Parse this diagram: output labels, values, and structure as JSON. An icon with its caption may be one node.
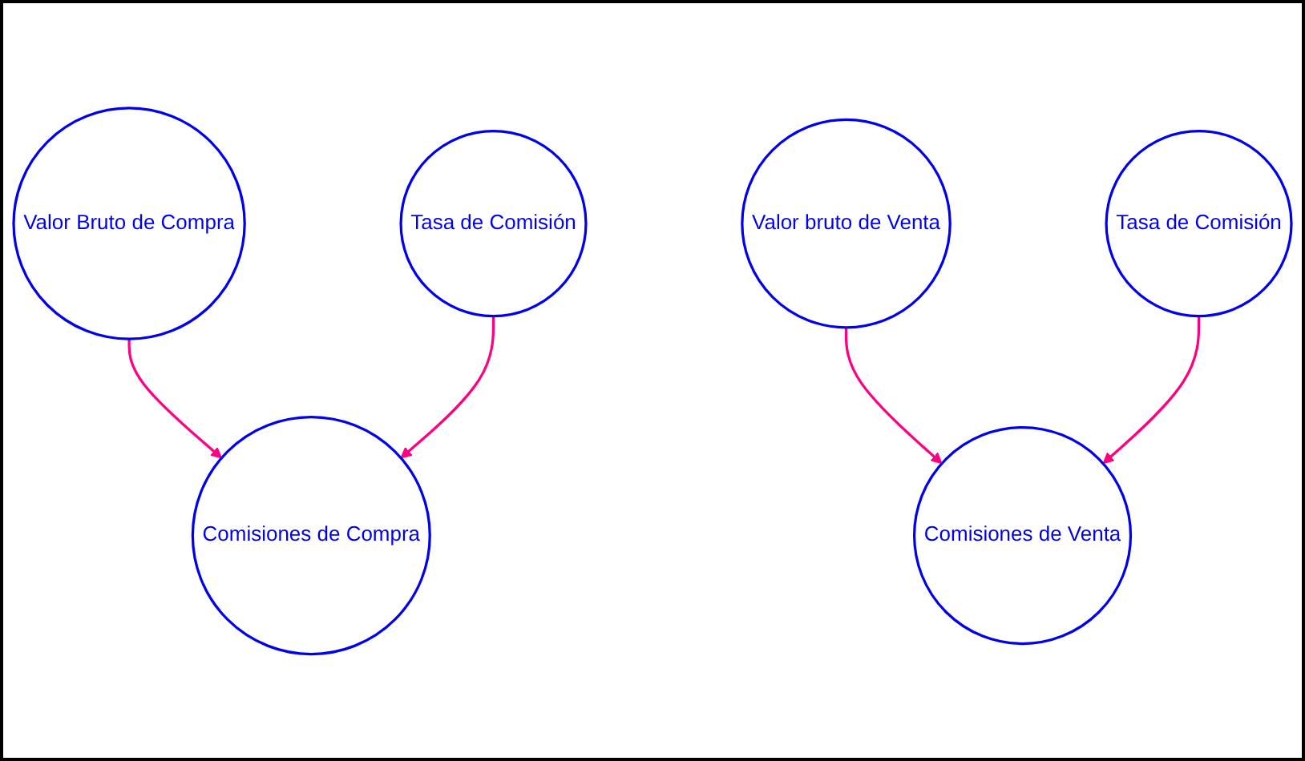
{
  "diagram": {
    "nodes": [
      {
        "text": [
          "Valor Bruto de Compra"
        ]
      },
      {
        "text": [
          "Comisiones de Compra"
        ]
      },
      {
        "text": [
          "Tasa de Comisión"
        ]
      },
      {
        "text": [
          "Valor bruto de Venta"
        ]
      },
      {
        "text": [
          "Comisiones de Venta"
        ]
      },
      {
        "text": [
          "Tasa de Comisión"
        ]
      }
    ],
    "edges": [
      {
        "from": 0,
        "to": 1,
        "arrow": "to"
      },
      {
        "from": 2,
        "to": 1,
        "arrow": "to"
      },
      {
        "from": 3,
        "to": 4,
        "arrow": "to"
      },
      {
        "from": 5,
        "to": 4,
        "arrow": "to"
      }
    ]
  }
}
